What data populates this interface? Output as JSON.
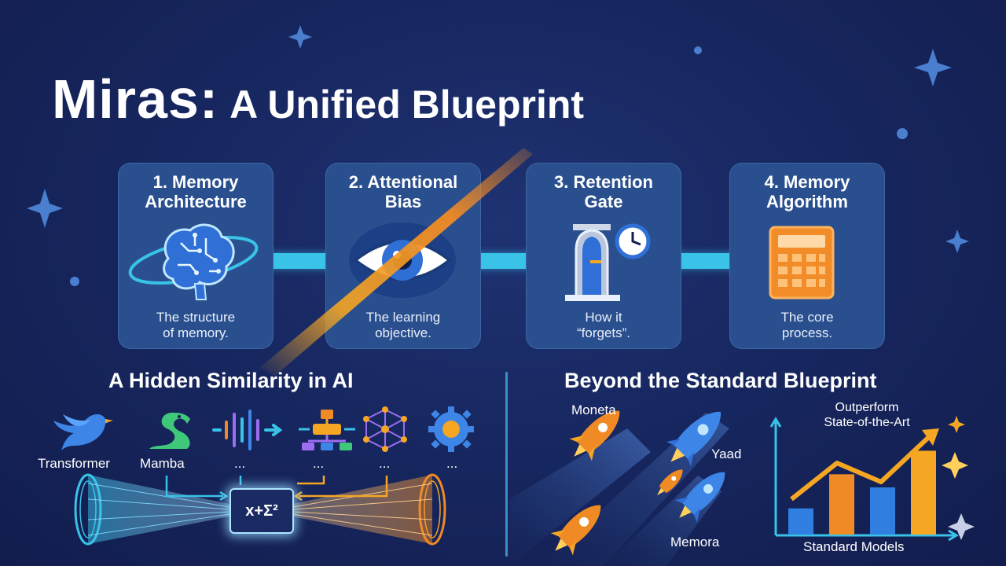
{
  "title": {
    "main": "Miras:",
    "sub": "A Unified Blueprint"
  },
  "cards": [
    {
      "title": "1. Memory Architecture",
      "title_lines": [
        "1. Memory",
        "Architecture"
      ],
      "desc_lines": [
        "The structure",
        "of memory."
      ],
      "icon": "brain-icon"
    },
    {
      "title": "2. Attentional Bias",
      "title_lines": [
        "2. Attentional",
        "Bias"
      ],
      "desc_lines": [
        "The learning",
        "objective."
      ],
      "icon": "eye-icon"
    },
    {
      "title": "3. Retention Gate",
      "title_lines": [
        "3. Retention",
        "Gate"
      ],
      "desc_lines": [
        "How it",
        "“forgets”."
      ],
      "icon": "gate-clock-icon"
    },
    {
      "title": "4. Memory Algorithm",
      "title_lines": [
        "4. Memory",
        "Algorithm"
      ],
      "desc_lines": [
        "The core",
        "process."
      ],
      "icon": "calculator-icon"
    }
  ],
  "left_section": {
    "heading": "A Hidden Similarity in AI",
    "models": [
      {
        "label": "Transformer",
        "icon": "bird-icon"
      },
      {
        "label": "Mamba",
        "icon": "snake-icon"
      },
      {
        "label": "...",
        "icon": "waveform-icon"
      },
      {
        "label": "...",
        "icon": "hierarchy-icon"
      },
      {
        "label": "...",
        "icon": "network-icon"
      },
      {
        "label": "...",
        "icon": "gear-icon"
      }
    ],
    "formula": "x+Σ²"
  },
  "right_section": {
    "heading": "Beyond the Standard Blueprint",
    "rockets": [
      {
        "label": "Moneta"
      },
      {
        "label": "Yaad"
      },
      {
        "label": "Memora"
      }
    ],
    "chart": {
      "top_label_lines": [
        "Outperform",
        "State-of-the-Art"
      ],
      "bottom_label": "Standard Models",
      "bars": [
        {
          "value": 1,
          "color": "#2f7ee0"
        },
        {
          "value": 2.3,
          "color": "#f08a24"
        },
        {
          "value": 1.8,
          "color": "#2f7ee0"
        },
        {
          "value": 3.2,
          "color": "#f5a623"
        }
      ]
    }
  },
  "colors": {
    "background": "#152256",
    "card": "#2a4f8e",
    "accent_cyan": "#39c3e8",
    "accent_orange": "#f5a623"
  }
}
